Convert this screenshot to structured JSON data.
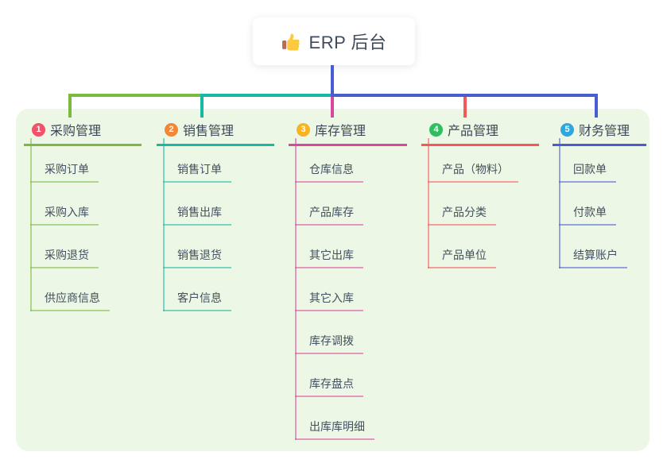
{
  "root": {
    "label": "ERP 后台",
    "icon": "thumbs-up-icon"
  },
  "branches": [
    {
      "badge": "1",
      "label": "采购管理",
      "color": "#7cb93f",
      "badge_color": "#f2536b",
      "children": [
        "采购订单",
        "采购入库",
        "采购退货",
        "供应商信息"
      ]
    },
    {
      "badge": "2",
      "label": "销售管理",
      "color": "#17b9a3",
      "badge_color": "#f58634",
      "children": [
        "销售订单",
        "销售出库",
        "销售退货",
        "客户信息"
      ]
    },
    {
      "badge": "3",
      "label": "库存管理",
      "color": "#d8499c",
      "badge_color": "#f7b322",
      "children": [
        "仓库信息",
        "产品库存",
        "其它出库",
        "其它入库",
        "库存调拨",
        "库存盘点",
        "出库库明细"
      ]
    },
    {
      "badge": "4",
      "label": "产品管理",
      "color": "#f55858",
      "badge_color": "#2fbe60",
      "children": [
        "产品（物料）",
        "产品分类",
        "产品单位"
      ]
    },
    {
      "badge": "5",
      "label": "财务管理",
      "color": "#4a5cd2",
      "badge_color": "#2ea7e0",
      "children": [
        "回款单",
        "付款单",
        "结算账户"
      ]
    }
  ],
  "colors": {
    "canvas_bg": "#ffffff",
    "panel_bg": "#ecf7e6",
    "root_connector": "#4a5cd2",
    "text": "#3c4858"
  }
}
